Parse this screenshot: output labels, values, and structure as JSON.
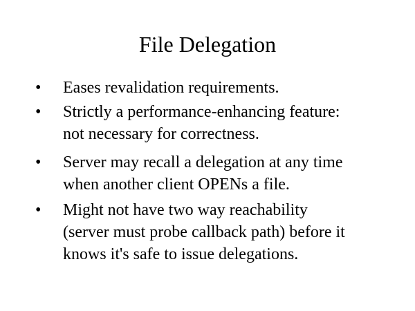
{
  "slide": {
    "title": "File Delegation",
    "bullet_symbol": "•",
    "bullets": [
      {
        "lines": [
          "Eases revalidation requirements."
        ]
      },
      {
        "lines": [
          "Strictly a performance-enhancing feature:",
          "not necessary for correctness."
        ]
      },
      {
        "lines": [
          "Server may recall a delegation at any time",
          "when another client OPENs a file."
        ]
      },
      {
        "lines": [
          "Might not have two way reachability",
          "(server must probe callback path) before it",
          "knows it's safe to issue delegations."
        ]
      }
    ]
  }
}
